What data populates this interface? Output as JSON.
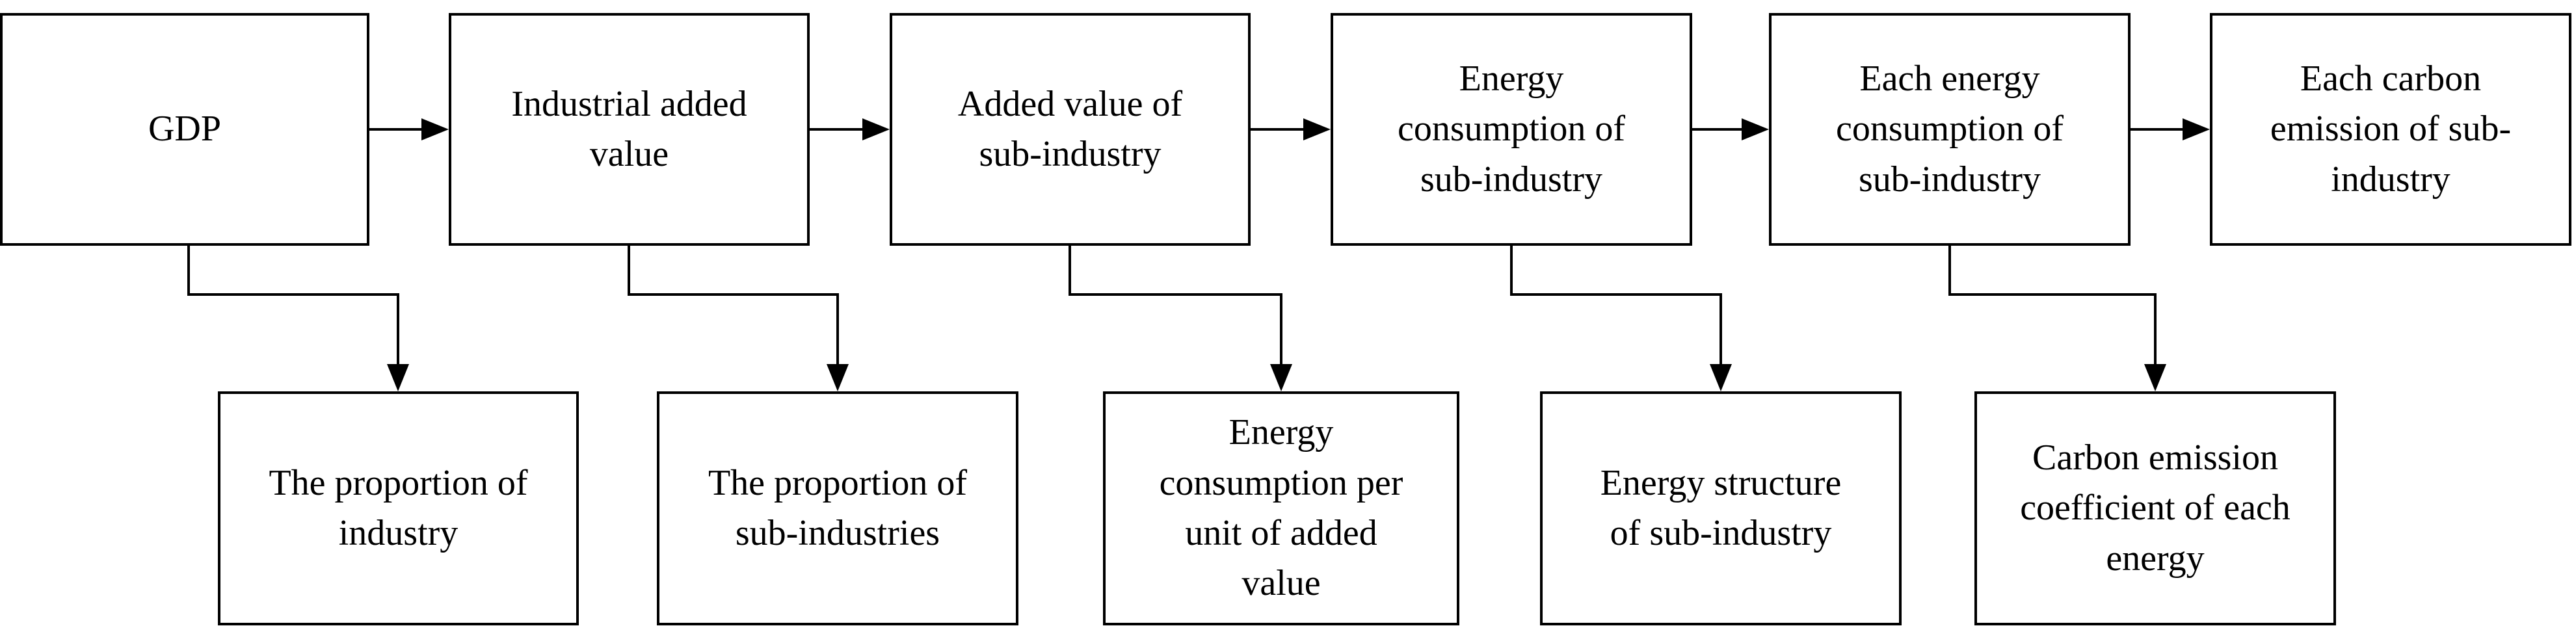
{
  "flow": {
    "top": [
      "GDP",
      "Industrial added\nvalue",
      "Added value of\nsub-industry",
      "Energy\nconsumption of\nsub-industry",
      "Each energy\nconsumption of\nsub-industry",
      "Each carbon\nemission of sub-\nindustry"
    ],
    "bottom": [
      "The proportion of\nindustry",
      "The proportion of\nsub-industries",
      "Energy\nconsumption per\nunit of added\nvalue",
      "Energy structure\nof sub-industry",
      "Carbon emission\ncoefficient of each\nenergy"
    ]
  }
}
